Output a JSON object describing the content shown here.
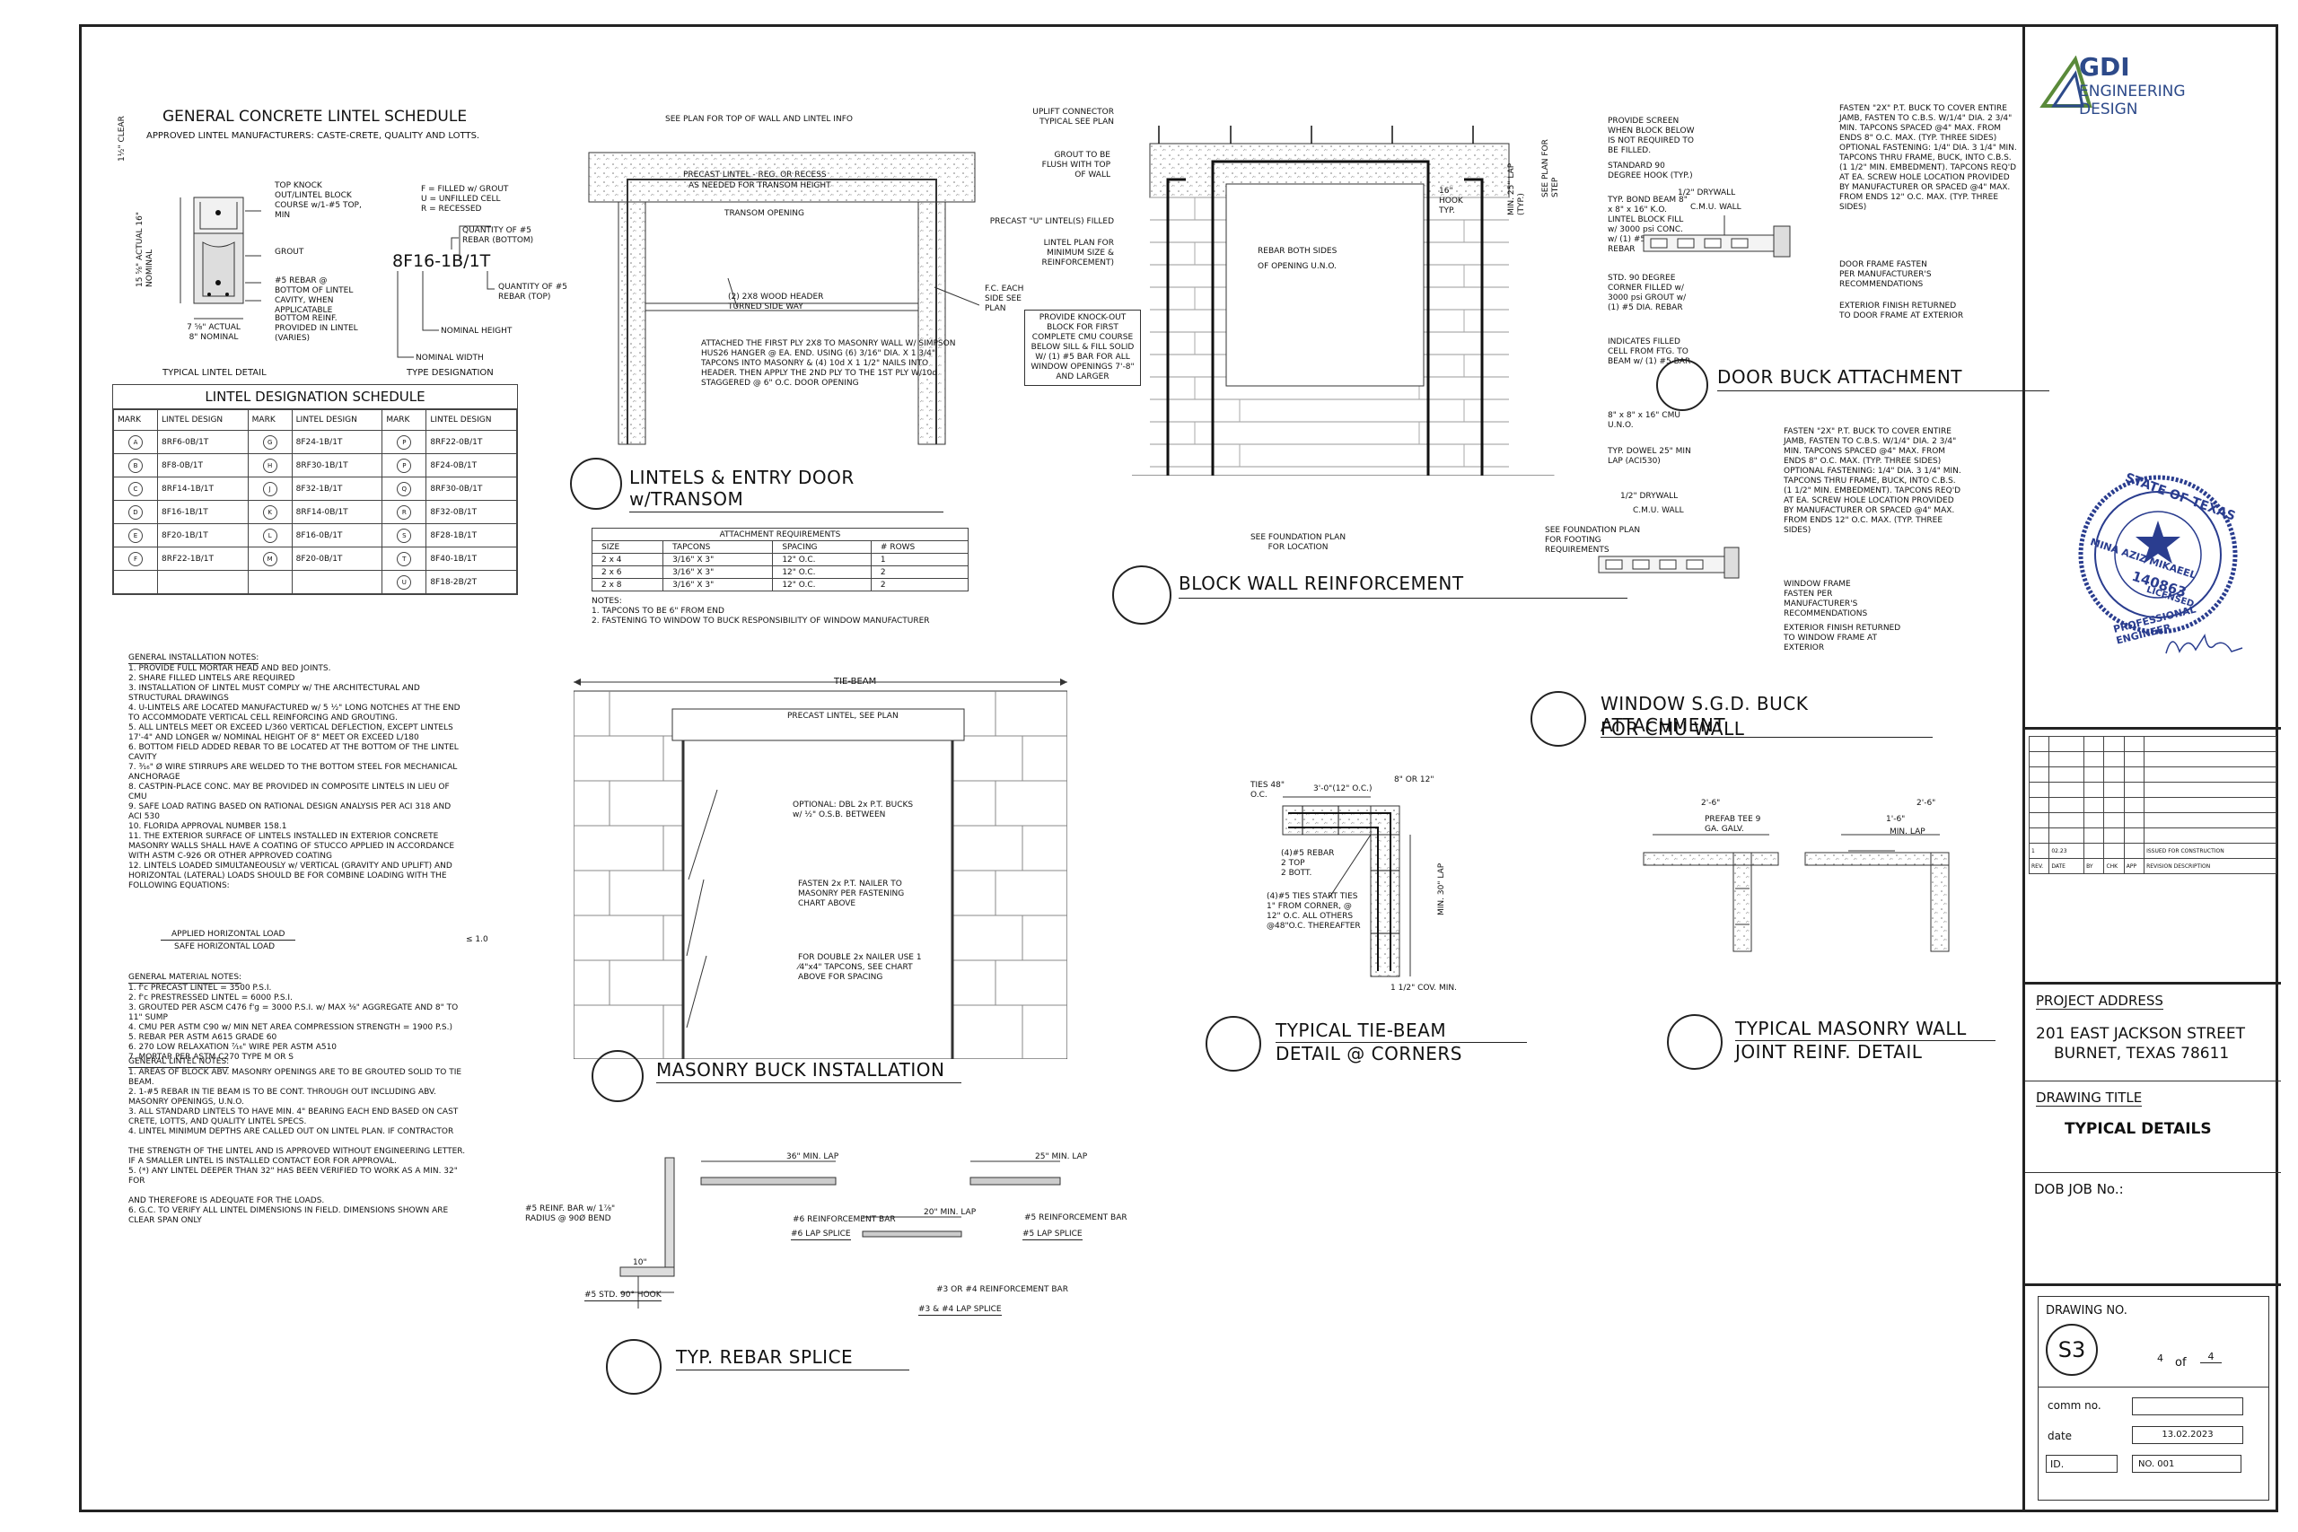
{
  "company": {
    "logo_text_1": "GDI",
    "logo_text_2": "ENGINEERING",
    "logo_text_3": "DESIGN"
  },
  "lintel_schedule": {
    "title": "GENERAL CONCRETE LINTEL SCHEDULE",
    "subtitle": "APPROVED LINTEL MANUFACTURERS: CASTE-CRETE, QUALITY AND LOTTS.",
    "detail_label": "TYPICAL LINTEL DETAIL",
    "type_label": "TYPE DESIGNATION",
    "type_code": "8F16-1B/1T",
    "legend": "F = FILLED w/ GROUT\nU = UNFILLED CELL\nR = RECESSED",
    "notes_right": [
      "TOP KNOCK OUT/LINTEL BLOCK COURSE w/1-#5 TOP, MIN",
      "GROUT",
      "#5 REBAR @ BOTTOM OF LINTEL CAVITY, WHEN APPLICATABLE",
      "BOTTOM REINF. PROVIDED IN LINTEL (VARIES)"
    ],
    "type_notes": [
      "QUANTITY OF #5 REBAR (BOTTOM)",
      "QUANTITY OF #5 REBAR (TOP)",
      "NOMINAL HEIGHT",
      "NOMINAL WIDTH"
    ],
    "dims": [
      "1½\" CLEAR",
      "15 ⅝\" ACTUAL 16\" NOMINAL",
      "7 ⅝\" ACTUAL 8\" NOMINAL"
    ]
  },
  "designation_schedule": {
    "title": "LINTEL DESIGNATION SCHEDULE",
    "headers": [
      "MARK",
      "LINTEL DESIGN",
      "MARK",
      "LINTEL DESIGN",
      "MARK",
      "LINTEL DESIGN"
    ],
    "rows": [
      [
        "A",
        "8RF6-0B/1T",
        "G",
        "8F24-1B/1T",
        "P",
        "8RF22-0B/1T"
      ],
      [
        "B",
        "8F8-0B/1T",
        "H",
        "8RF30-1B/1T",
        "P",
        "8F24-0B/1T"
      ],
      [
        "C",
        "8RF14-1B/1T",
        "J",
        "8F32-1B/1T",
        "Q",
        "8RF30-0B/1T"
      ],
      [
        "D",
        "8F16-1B/1T",
        "K",
        "8RF14-0B/1T",
        "R",
        "8F32-0B/1T"
      ],
      [
        "E",
        "8F20-1B/1T",
        "L",
        "8F16-0B/1T",
        "S",
        "8F28-1B/1T"
      ],
      [
        "F",
        "8RF22-1B/1T",
        "M",
        "8F20-0B/1T",
        "T",
        "8F40-1B/1T"
      ],
      [
        "",
        "",
        "",
        "",
        "U",
        "8F18-2B/2T"
      ]
    ]
  },
  "install_notes": {
    "heading": "GENERAL INSTALLATION NOTES:",
    "items": [
      "1. PROVIDE FULL MORTAR HEAD AND BED JOINTS.",
      "2. SHARE FILLED LINTELS ARE REQUIRED",
      "3. INSTALLATION OF LINTEL MUST COMPLY w/ THE ARCHITECTURAL AND STRUCTURAL DRAWINGS",
      "4. U-LINTELS ARE LOCATED MANUFACTURED w/ 5 ½\" LONG NOTCHES AT THE END TO ACCOMMODATE VERTICAL CELL REINFORCING AND GROUTING.",
      "5. ALL LINTELS MEET OR EXCEED L/360 VERTICAL DEFLECTION, EXCEPT LINTELS 17'-4\" AND LONGER w/ NOMINAL HEIGHT OF 8\" MEET OR EXCEED L/180",
      "6. BOTTOM FIELD ADDED REBAR TO BE LOCATED AT THE BOTTOM OF THE LINTEL CAVITY",
      "7.    ³⁄₁₆\" Ø WIRE STIRRUPS ARE WELDED TO THE BOTTOM STEEL FOR MECHANICAL ANCHORAGE",
      "8. CASTPIN-PLACE CONC. MAY BE PROVIDED IN COMPOSITE LINTELS IN LIEU OF CMU",
      "9. SAFE LOAD RATING BASED ON RATIONAL DESIGN ANALYSIS PER ACI 318 AND ACI 530",
      "10. FLORIDA APPROVAL NUMBER 158.1",
      "11. THE EXTERIOR SURFACE OF LINTELS INSTALLED IN EXTERIOR CONCRETE MASONRY WALLS SHALL HAVE A COATING OF STUCCO APPLIED IN ACCORDANCE WITH ASTM C-926 OR OTHER APPROVED COATING",
      "12. LINTELS LOADED SIMULTANEOUSLY w/ VERTICAL (GRAVITY AND UPLIFT) AND HORIZONTAL (LATERAL) LOADS SHOULD BE FOR COMBINE LOADING WITH THE FOLLOWING EQUATIONS:"
    ],
    "eq_num": "APPLIED HORIZONTAL LOAD",
    "eq_den": "SAFE HORIZONTAL LOAD",
    "eq_rhs": "≤ 1.0"
  },
  "material_notes": {
    "heading": "GENERAL MATERIAL NOTES:",
    "items": [
      "1. f'c PRECAST LINTEL = 3500 P.S.I.",
      "2. f'c PRESTRESSED LINTEL = 6000 P.S.I.",
      "3. GROUTED PER ASCM C476 f'g = 3000 P.S.I. w/ MAX ⅜\" AGGREGATE AND 8\" TO 11\" SUMP",
      "4. CMU PER ASTM C90 w/ MIN NET AREA COMPRESSION STRENGTH = 1900 P.S.)",
      "5. REBAR PER ASTM A615 GRADE 60",
      "6. 270 LOW RELAXATION ⁷⁄₁₆\" WIRE PER ASTM A510",
      "7. MORTAR PER ASTM C270 TYPE M OR S"
    ]
  },
  "lintel_notes": {
    "heading": "GENERAL LINTEL NOTES:",
    "items": [
      "1. AREAS OF BLOCK ABV. MASONRY OPENINGS ARE TO BE GROUTED SOLID TO TIE BEAM.",
      "2. 1-#5 REBAR IN TIE BEAM IS TO BE CONT. THROUGH OUT INCLUDING ABV. MASONRY OPENINGS, U.N.O.",
      "3. ALL STANDARD LINTELS TO HAVE MIN. 4\" BEARING EACH END BASED ON CAST CRETE, LOTTS, AND QUALITY LINTEL SPECS.",
      "4. LINTEL MINIMUM DEPTHS ARE CALLED OUT ON LINTEL PLAN. IF CONTRACTOR",
      "",
      "THE STRENGTH OF THE LINTEL AND IS APPROVED WITHOUT ENGINEERING LETTER. IF A SMALLER LINTEL IS INSTALLED CONTACT EOR FOR APPROVAL.",
      "5. (*) ANY LINTEL DEEPER THAN 32\" HAS BEEN VERIFIED TO WORK AS A MIN. 32\" FOR",
      "",
      "AND THEREFORE IS ADEQUATE FOR THE LOADS.",
      "6. G.C. TO VERIFY ALL LINTEL DIMENSIONS IN FIELD. DIMENSIONS SHOWN ARE CLEAR SPAN ONLY"
    ]
  },
  "transom": {
    "top_note": "SEE PLAN FOR TOP OF WALL AND LINTEL INFO",
    "precast": "PRECAST LINTEL - REG. OR RECESS",
    "as_needed": "AS NEEDED FOR TRANSOM HEIGHT",
    "opening": "TRANSOM OPENING",
    "header": "(2) 2X8 WOOD HEADER TURNED SIDE WAY",
    "fc": "F.C. EACH SIDE SEE PLAN",
    "attach": "ATTACHED THE FIRST PLY 2X8 TO MASONRY WALL W/ SIMPSON HUS26 HANGER @ EA. END. USING (6) 3/16\" DIA. X 1 3/4\" TAPCONS INTO MASONRY & (4) 10d X 1 1/2\" NAILS INTO HEADER. THEN APPLY THE 2ND PLY TO THE 1ST PLY W/10d STAGGERED @ 6\" O.C. DOOR OPENING",
    "title": "LINTELS & ENTRY DOOR w/TRANSOM"
  },
  "attachment": {
    "title": "ATTACHMENT REQUIREMENTS",
    "headers": [
      "SIZE",
      "TAPCONS",
      "SPACING",
      "# ROWS"
    ],
    "rows": [
      [
        "2 x 4",
        "3/16\" X 3\"",
        "12\" O.C.",
        "1"
      ],
      [
        "2 x 6",
        "3/16\" X 3\"",
        "12\" O.C.",
        "2"
      ],
      [
        "2 x 8",
        "3/16\" X 3\"",
        "12\" O.C.",
        "2"
      ]
    ],
    "notes": [
      "NOTES:",
      "1. TAPCONS TO BE 6\" FROM END",
      "2. FASTENING TO WINDOW TO BUCK RESPONSIBILITY OF WINDOW MANUFACTURER"
    ]
  },
  "buck": {
    "tie_beam": "TIE-BEAM",
    "precast": "PRECAST LINTEL, SEE PLAN",
    "optional": "OPTIONAL: DBL 2x P.T. BUCKS w/ ½\" O.S.B. BETWEEN",
    "fasten": "FASTEN 2x P.T. NAILER TO MASONRY PER FASTENING CHART ABOVE",
    "double": "FOR DOUBLE 2x NAILER USE 1 ⁄4\"x4\" TAPCONS, SEE CHART ABOVE FOR SPACING",
    "title": "MASONRY BUCK INSTALLATION"
  },
  "block_wall": {
    "left_notes": [
      "UPLIFT CONNECTOR TYPICAL SEE PLAN",
      "GROUT TO BE FLUSH WITH TOP OF WALL",
      "PRECAST \"U\" LINTEL(S) FILLED",
      "LINTEL PLAN FOR MINIMUM SIZE & REINFORCEMENT)"
    ],
    "knockout": "PROVIDE KNOCK-OUT BLOCK FOR FIRST COMPLETE CMU COURSE BELOW SILL & FILL SOLID W/ (1) #5 BAR FOR ALL WINDOW OPENINGS 7'-8\" AND LARGER",
    "right_notes": [
      "PROVIDE SCREEN WHEN BLOCK BELOW IS NOT REQUIRED TO BE FILLED.",
      "STANDARD 90 DEGREE HOOK (TYP.)",
      "TYP. BOND BEAM 8\" x 8\" x 16\" K.O. LINTEL BLOCK FILL w/ 3000 psi CONC. w/ (1) #5 DIA. REBAR",
      "STD. 90 DEGREE CORNER FILLED w/ 3000 psi GROUT w/ (1) #5 DIA. REBAR",
      "INDICATES FILLED CELL FROM FTG. TO BEAM w/ (1) #5 BAR",
      "8\" x 8\" x 16\" CMU U.N.O.",
      "TYP. DOWEL 25\" MIN LAP (ACI530)",
      "SEE FOUNDATION PLAN FOR FOOTING REQUIREMENTS"
    ],
    "inner": [
      "REBAR BOTH SIDES",
      "OF OPENING U.N.O."
    ],
    "hook": "16\" HOOK TYP.",
    "lap": "MIN. 25\" LAP (TYP.)",
    "seeplan": "SEE PLAN FOR STEP",
    "foundation": "SEE FOUNDATION PLAN FOR LOCATION",
    "title": "BLOCK WALL REINFORCEMENT"
  },
  "door_buck": {
    "drywall": "1/2\" DRYWALL",
    "cmu": "C.M.U. WALL",
    "fasten": "FASTEN \"2X\" P.T. BUCK TO COVER ENTIRE JAMB, FASTEN TO C.B.S. W/1/4\" DIA. 2 3/4\" MIN. TAPCONS SPACED @4\" MAX. FROM ENDS 8\" O.C. MAX. (TYP. THREE SIDES) OPTIONAL FASTENING: 1/4\" DIA. 3 1/4\" MIN. TAPCONS THRU FRAME, BUCK, INTO C.B.S. (1 1/2\" MIN. EMBEDMENT). TAPCONS REQ'D AT EA. SCREW HOLE LOCATION PROVIDED BY MANUFACTURER OR SPACED @4\" MAX. FROM ENDS 12\" O.C. MAX. (TYP. THREE SIDES)",
    "frame": "DOOR FRAME FASTEN PER MANUFACTURER'S RECOMMENDATIONS",
    "finish": "EXTERIOR FINISH RETURNED TO DOOR FRAME AT EXTERIOR",
    "title": "DOOR BUCK ATTACHMENT"
  },
  "window_buck": {
    "drywall": "1/2\" DRYWALL",
    "cmu": "C.M.U. WALL",
    "fasten": "FASTEN \"2X\" P.T. BUCK TO COVER ENTIRE JAMB, FASTEN TO C.B.S. W/1/4\" DIA. 2 3/4\" MIN. TAPCONS SPACED @4\" MAX. FROM ENDS 8\" O.C. MAX. (TYP. THREE SIDES) OPTIONAL FASTENING: 1/4\" DIA. 3 1/4\" MIN. TAPCONS THRU FRAME, BUCK, INTO C.B.S. (1 1/2\" MIN. EMBEDMENT). TAPCONS REQ'D AT EA. SCREW HOLE LOCATION PROVIDED BY MANUFACTURER OR SPACED @4\" MAX. FROM ENDS 12\" O.C. MAX. (TYP. THREE SIDES)",
    "frame": "WINDOW FRAME FASTEN PER MANUFACTURER'S RECOMMENDATIONS",
    "finish": "EXTERIOR FINISH RETURNED TO WINDOW FRAME AT EXTERIOR",
    "title_1": "WINDOW S.G.D. BUCK ATTACHMENT",
    "title_2": "FOR CMU WALL"
  },
  "tie_beam": {
    "ties": "TIES 48\" O.C.",
    "spacing": "3'-0\"(12\" O.C.)",
    "or": "8\" OR 12\"",
    "rebar": "(4)#5 REBAR\n2 TOP\n2 BOTT.",
    "ties_note": "(4)#5 TIES START TIES 1\" FROM CORNER, @ 12\" O.C. ALL OTHERS @48\"O.C. THEREAFTER",
    "lap": "MIN. 30\" LAP",
    "cov": "1 1/2\" COV. MIN.",
    "title_1": "TYPICAL TIE-BEAM",
    "title_2": "DETAIL @ CORNERS"
  },
  "masonry_joint": {
    "prefab": "PREFAB TEE 9 GA. GALV.",
    "dim1": "2'-6\"",
    "dim2": "2'-6\"",
    "dim3": "1'-6\"",
    "minlap": "MIN. LAP",
    "title_1": "TYPICAL MASONRY WALL",
    "title_2": "JOINT REINF. DETAIL"
  },
  "rebar_splice": {
    "hook_label": "#5 REINF. BAR w/ 1⅞\" RADIUS @ 90Ø BEND",
    "hook_dim": "10\"",
    "hook_title": "#5 STD. 90° HOOK",
    "lap36": "36\" MIN. LAP",
    "bar6": "#6 REINFORCEMENT BAR",
    "splice6": "#6 LAP SPLICE",
    "lap25": "25\" MIN. LAP",
    "bar5": "#5 REINFORCEMENT BAR",
    "splice5": "#5 LAP SPLICE",
    "lap20": "20\" MIN. LAP",
    "bar34": "#3 OR #4 REINFORCEMENT BAR",
    "splice34": "#3 & #4 LAP SPLICE",
    "title": "TYP. REBAR SPLICE"
  },
  "seal": {
    "state": "STATE OF TEXAS",
    "name": "MINA AZIZ MIKAEEL",
    "number": "140863",
    "licensed": "LICENSED",
    "professional": "PROFESSIONAL ENGINEER"
  },
  "revisions": {
    "row": [
      "1",
      "02.23",
      "",
      "",
      "",
      "ISSUED FOR CONSTRUCTION"
    ],
    "headers": [
      "REV.",
      "DATE",
      "BY",
      "CHK",
      "APP",
      "REVISION DESCRIPTION"
    ]
  },
  "title_block": {
    "project_address_label": "PROJECT ADDRESS",
    "address_1": "201 EAST JACKSON STREET",
    "address_2": "BURNET, TEXAS 78611",
    "drawing_title_label": "DRAWING TITLE",
    "drawing_title": "TYPICAL DETAILS",
    "dob_label": "DOB JOB No.:",
    "drawing_no_label": "DRAWING NO.",
    "drawing_no": "S3",
    "sheet": "4",
    "of": "of",
    "total": "4",
    "comm_label": "comm  no.",
    "date_label": "date",
    "date_value": "13.02.2023",
    "id_label": "ID.",
    "no_value": "NO. 001"
  },
  "colors": {
    "ink": "#111111",
    "seal": "#2a3d8f",
    "logo_green": "#5a8a3a",
    "logo_blue": "#2d4a8a"
  }
}
